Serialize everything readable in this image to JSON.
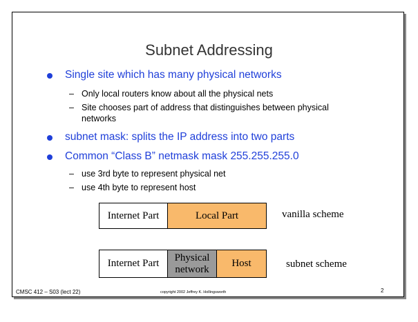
{
  "slide": {
    "title": "Subnet Addressing",
    "bullets": [
      {
        "text": "Single site which has many physical networks",
        "sub": [
          "Only local routers know about all the physical nets",
          "Site chooses part of address that distinguishes between physical networks"
        ]
      },
      {
        "text": "subnet mask: splits the IP address into two parts",
        "sub": []
      },
      {
        "text": "Common “Class B” netmask mask 255.255.255.0",
        "sub": [
          "use 3rd byte to represent physical net",
          "use 4th byte to represent host"
        ]
      }
    ],
    "dash": "–",
    "diagram": {
      "vanilla": {
        "internet": "Internet Part",
        "local": "Local Part",
        "label": "vanilla scheme"
      },
      "subnet": {
        "internet": "Internet Part",
        "physical": "Physical network",
        "host": "Host",
        "label": "subnet scheme"
      }
    },
    "footer": {
      "course": "CMSC 412 – S03 (lect 22)",
      "copyright": "copyright 2002 Jeffrey K. Hollingsworth",
      "page": "2"
    },
    "colors": {
      "bullet_text": "#1f3fd9",
      "local_fill": "#f9b96b",
      "physical_fill": "#9a9a9a"
    }
  }
}
